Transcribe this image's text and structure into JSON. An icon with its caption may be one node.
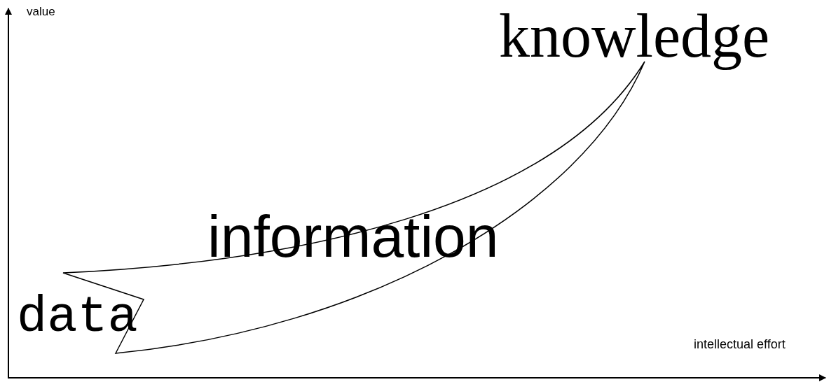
{
  "diagram": {
    "labels": [
      "value",
      "knowledge",
      "information",
      "data",
      "intellectual effort"
    ]
  }
}
